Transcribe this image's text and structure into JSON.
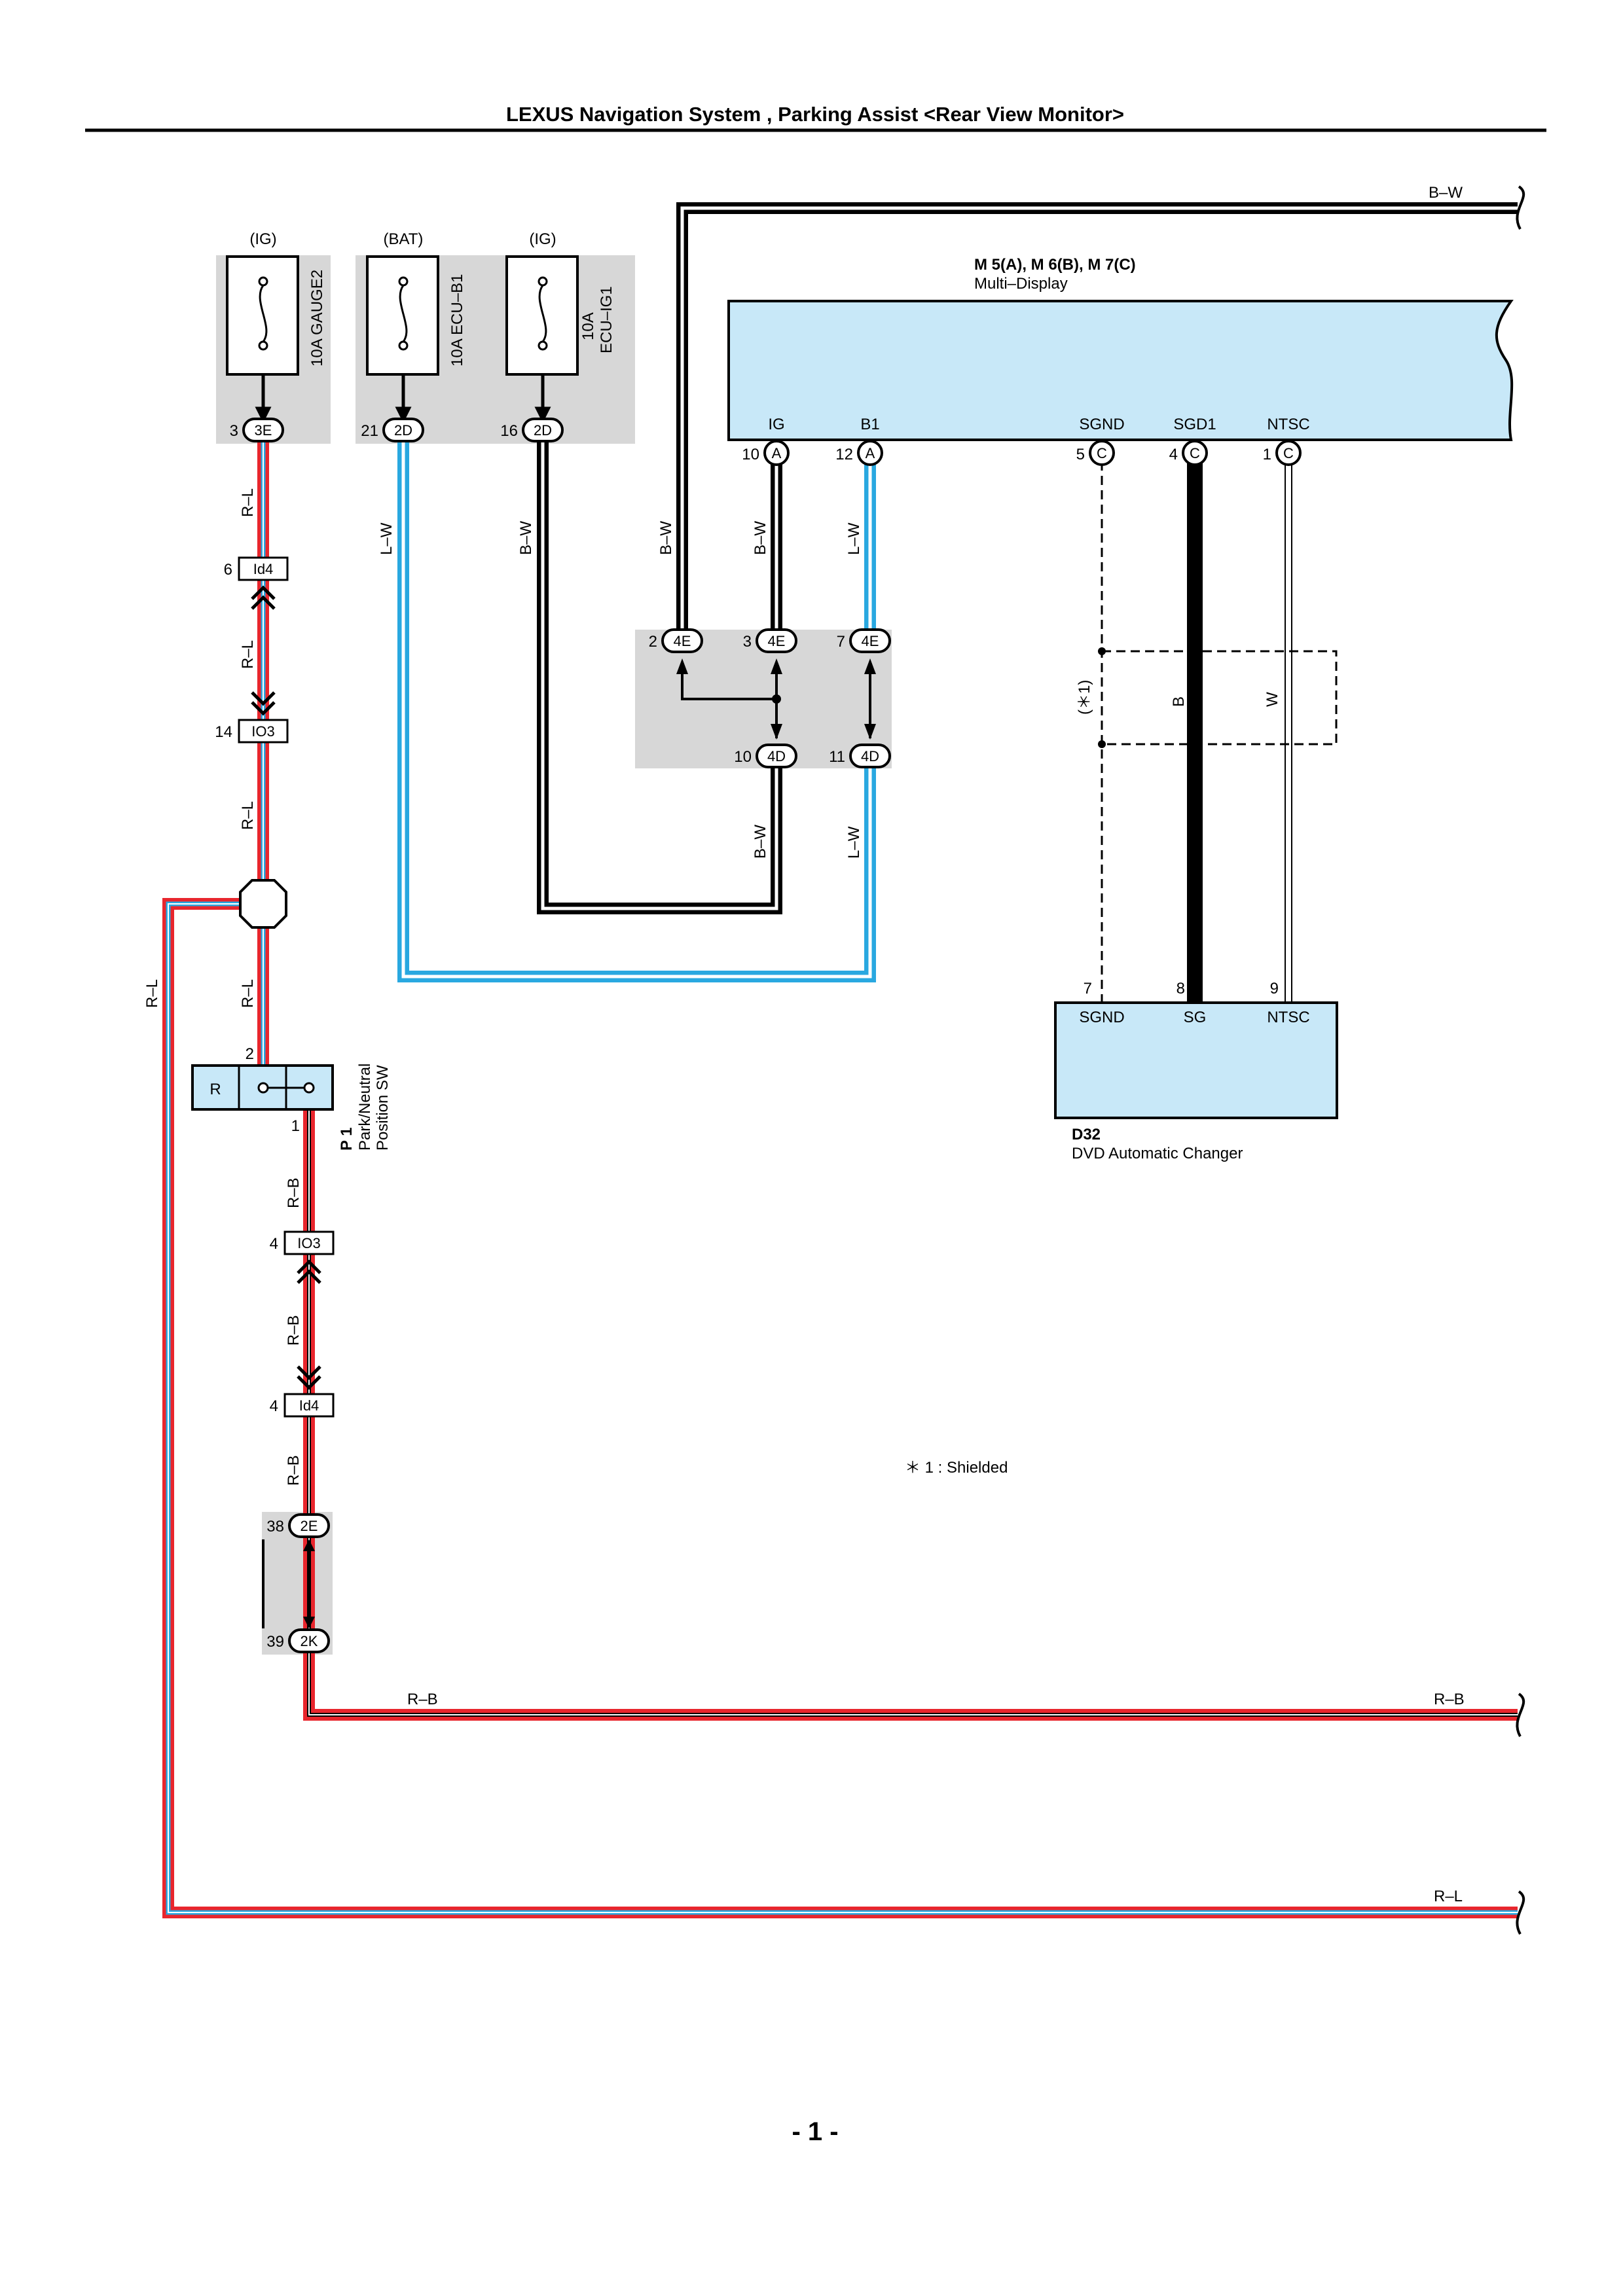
{
  "header": {
    "title": "LEXUS Navigation System , Parking Assist <Rear View Monitor>"
  },
  "footer": {
    "page": "- 1 -"
  },
  "fuses": [
    {
      "supply": "(IG)",
      "label": "10A GAUGE2"
    },
    {
      "supply": "(BAT)",
      "label": "10A ECU–B1"
    },
    {
      "supply": "(IG)",
      "label_line1": "10A",
      "label_line2": "ECU–IG1"
    }
  ],
  "connectors": {
    "c3E": "3E",
    "c2D_a": "2D",
    "c2D_b": "2D",
    "cId4_top": "Id4",
    "cIO3_top": "IO3",
    "cIO3_bot": "IO3",
    "cId4_bot": "Id4",
    "c2E": "2E",
    "c2K": "2K",
    "c4E_a": "4E",
    "c4E_b": "4E",
    "c4E_c": "4E",
    "c4D_a": "4D",
    "c4D_b": "4D",
    "cA_a": "A",
    "cA_b": "A",
    "cC_a": "C",
    "cC_b": "C",
    "cC_c": "C"
  },
  "pins": {
    "p3": "3",
    "p21": "21",
    "p16": "16",
    "p6": "6",
    "p14": "14",
    "p2": "2",
    "p1": "1",
    "p4a": "4",
    "p4b": "4",
    "p38": "38",
    "p39": "39",
    "p4E2": "2",
    "p4E3": "3",
    "p4E7": "7",
    "p4D10": "10",
    "p4D11": "11",
    "pIG": "10",
    "pB1": "12",
    "pSGND": "5",
    "pSGD1": "4",
    "pNTSC": "1",
    "d7": "7",
    "d8": "8",
    "d9": "9"
  },
  "wires": {
    "rl_1": "R–L",
    "rl_2": "R–L",
    "rl_3": "R–L",
    "rl_4": "R–L",
    "rl_left": "R–L",
    "rl_end": "R–L",
    "lw_1": "L–W",
    "lw_2": "L–W",
    "lw_3": "L–W",
    "bw_1": "B–W",
    "bw_2": "B–W",
    "bw_3": "B–W",
    "bw_4": "B–W",
    "bw_top": "B–W",
    "rb_1": "R–B",
    "rb_2": "R–B",
    "rb_3": "R–B",
    "rb_4": "R–B",
    "rb_end": "R–B",
    "b": "B",
    "w": "W"
  },
  "multi_display": {
    "codes": "M 5(A), M 6(B), M 7(C)",
    "name": "Multi–Display",
    "terminals": [
      "IG",
      "B1",
      "SGND",
      "SGD1",
      "NTSC"
    ]
  },
  "park_switch": {
    "code": "P 1",
    "name_line1": "Park/Neutral",
    "name_line2": "Position SW",
    "pos": "R"
  },
  "dvd": {
    "code": "D32",
    "name": "DVD Automatic Changer",
    "terminals": [
      "SGND",
      "SG",
      "NTSC"
    ]
  },
  "shield": {
    "mark": "(＊1)",
    "note": "＊ 1 : Shielded"
  },
  "colors": {
    "red": "#e8262d",
    "blue": "#29a8e0",
    "box": "#c8e8f8",
    "gray": "#d7d7d7"
  }
}
